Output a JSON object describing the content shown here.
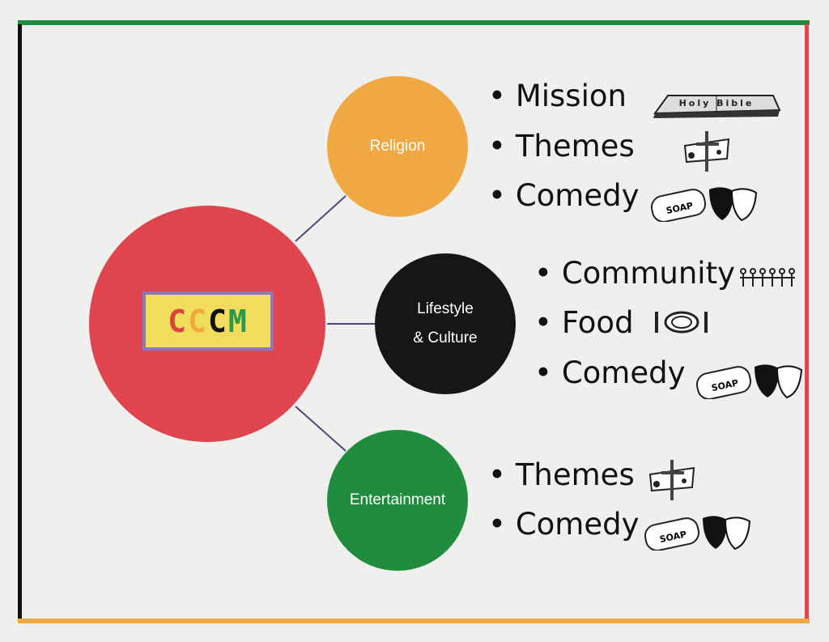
{
  "center": {
    "logo_letters": [
      "C",
      "C",
      "C",
      "M"
    ]
  },
  "branches": [
    {
      "label": "Religion",
      "items": [
        "Mission",
        "Themes",
        "Comedy"
      ]
    },
    {
      "label_lines": [
        "Lifestyle",
        "& Culture"
      ],
      "items": [
        "Community",
        "Food",
        "Comedy"
      ]
    },
    {
      "label": "Entertainment",
      "items": [
        "Themes",
        "Comedy"
      ]
    }
  ],
  "colors": {
    "red": "#e0454f",
    "orange": "#f0a843",
    "black": "#161616",
    "green": "#1f8c3e",
    "logo_bg": "#f2dc5c"
  },
  "icons": {
    "soap_text": "SOAP",
    "bible_text": "Holy Bible"
  }
}
